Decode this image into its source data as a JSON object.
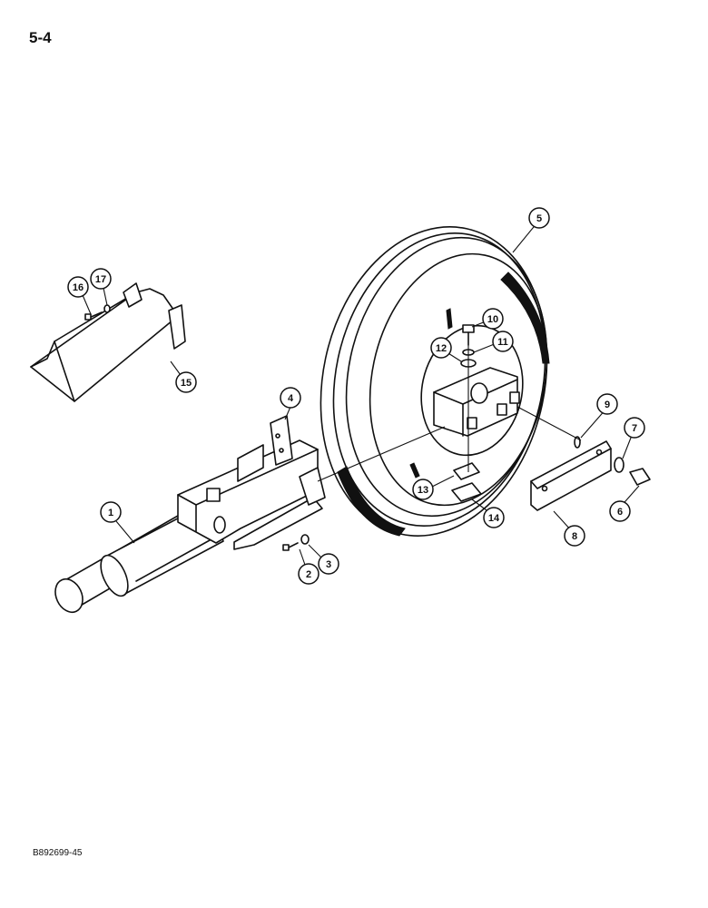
{
  "page_number": "5-4",
  "drawing_code": "B892699-45",
  "callouts": [
    {
      "label": "1"
    },
    {
      "label": "2"
    },
    {
      "label": "3"
    },
    {
      "label": "4"
    },
    {
      "label": "5"
    },
    {
      "label": "6"
    },
    {
      "label": "7"
    },
    {
      "label": "8"
    },
    {
      "label": "9"
    },
    {
      "label": "10"
    },
    {
      "label": "11"
    },
    {
      "label": "12"
    },
    {
      "label": "13"
    },
    {
      "label": "14"
    },
    {
      "label": "15"
    },
    {
      "label": "16"
    },
    {
      "label": "17"
    }
  ]
}
